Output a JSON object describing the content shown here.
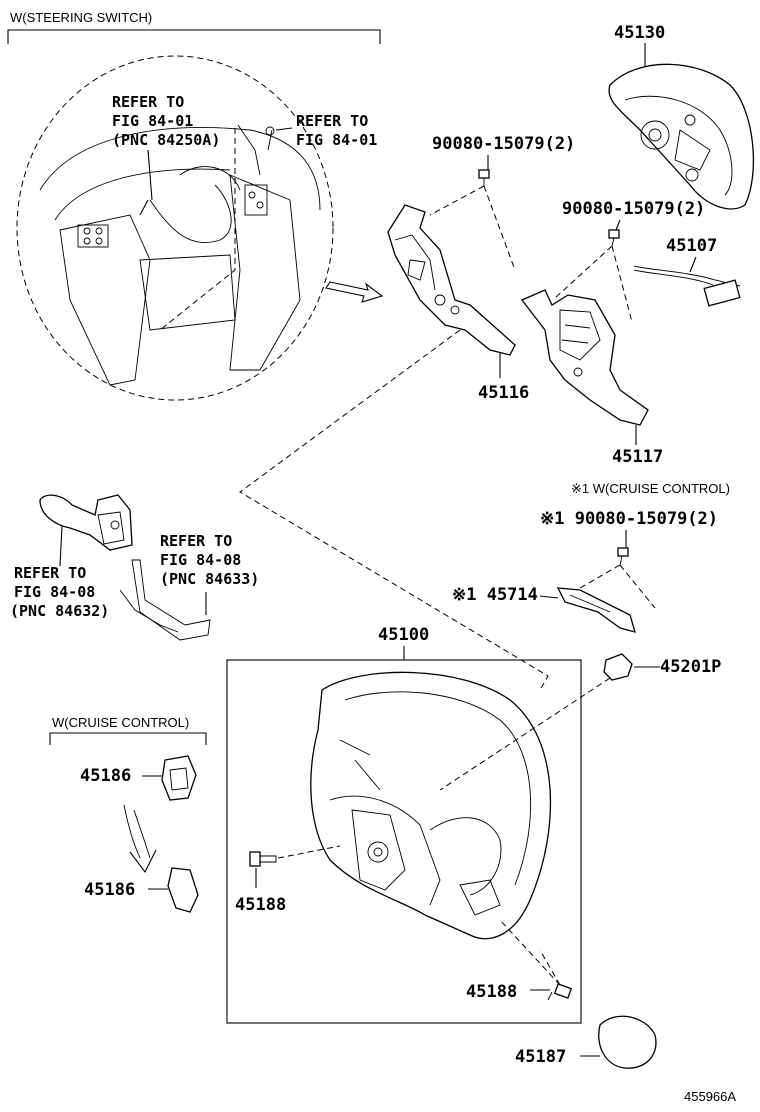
{
  "header_label": "W(STEERING SWITCH)",
  "cruise_note": "※1  W(CRUISE CONTROL)",
  "cruise_group_label": "W(CRUISE CONTROL)",
  "refs": {
    "ref_a": [
      "REFER TO",
      "FIG 84-01",
      "(PNC 84250A)"
    ],
    "ref_b": [
      "REFER TO",
      "FIG 84-01"
    ],
    "ref_c": [
      "REFER TO",
      "FIG 84-08",
      "(PNC 84633)"
    ],
    "ref_d": [
      "REFER TO",
      "FIG 84-08",
      "(PNC 84632)"
    ]
  },
  "parts": {
    "p45130": "45130",
    "screw_1": "90080-15079(2)",
    "screw_2": "90080-15079(2)",
    "p45107": "45107",
    "p45116": "45116",
    "p45117": "45117",
    "screw_3": "※1 90080-15079(2)",
    "p45714": "※1 45714",
    "p45100": "45100",
    "p45201p": "45201P",
    "p45186_a": "45186",
    "p45186_b": "45186",
    "p45188_a": "45188",
    "p45188_b": "45188",
    "p45187": "45187"
  },
  "diagram_code": "455966A"
}
